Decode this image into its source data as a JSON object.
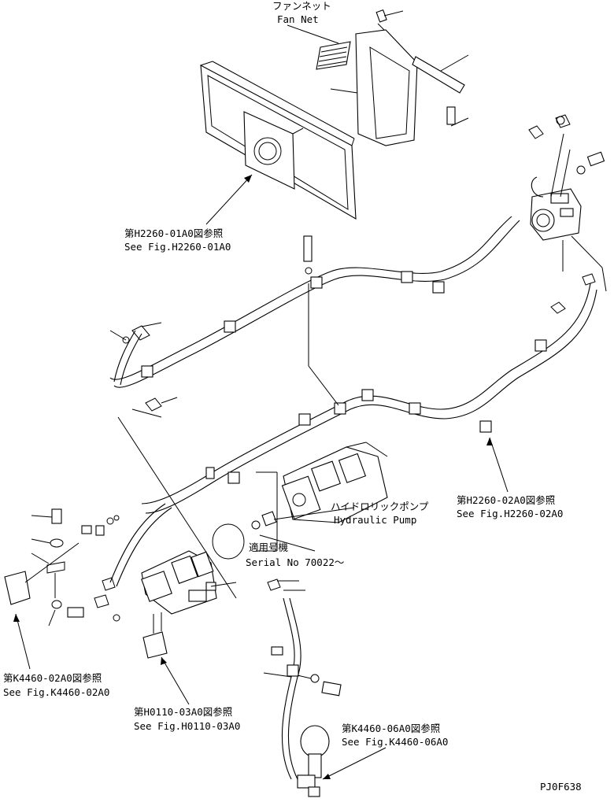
{
  "labels": {
    "fan_net_jp": "ファンネット",
    "fan_net_en": "Fan Net",
    "ref_h2260_01_jp": "第H2260-01A0図参照",
    "ref_h2260_01_en": "See Fig.H2260-01A0",
    "ref_h2260_02_jp": "第H2260-02A0図参照",
    "ref_h2260_02_en": "See Fig.H2260-02A0",
    "pump_jp": "ハイドロリックポンプ",
    "pump_en": "Hydraulic Pump",
    "serial_jp": "適用号機",
    "serial_en": "Serial No 70022～",
    "ref_k4460_02_jp": "第K4460-02A0図参照",
    "ref_k4460_02_en": "See Fig.K4460-02A0",
    "ref_h0110_03_jp": "第H0110-03A0図参照",
    "ref_h0110_03_en": "See Fig.H0110-03A0",
    "ref_k4460_06_jp": "第K4460-06A0図参照",
    "ref_k4460_06_en": "See Fig.K4460-06A0",
    "drawing_code": "PJ0F638"
  }
}
